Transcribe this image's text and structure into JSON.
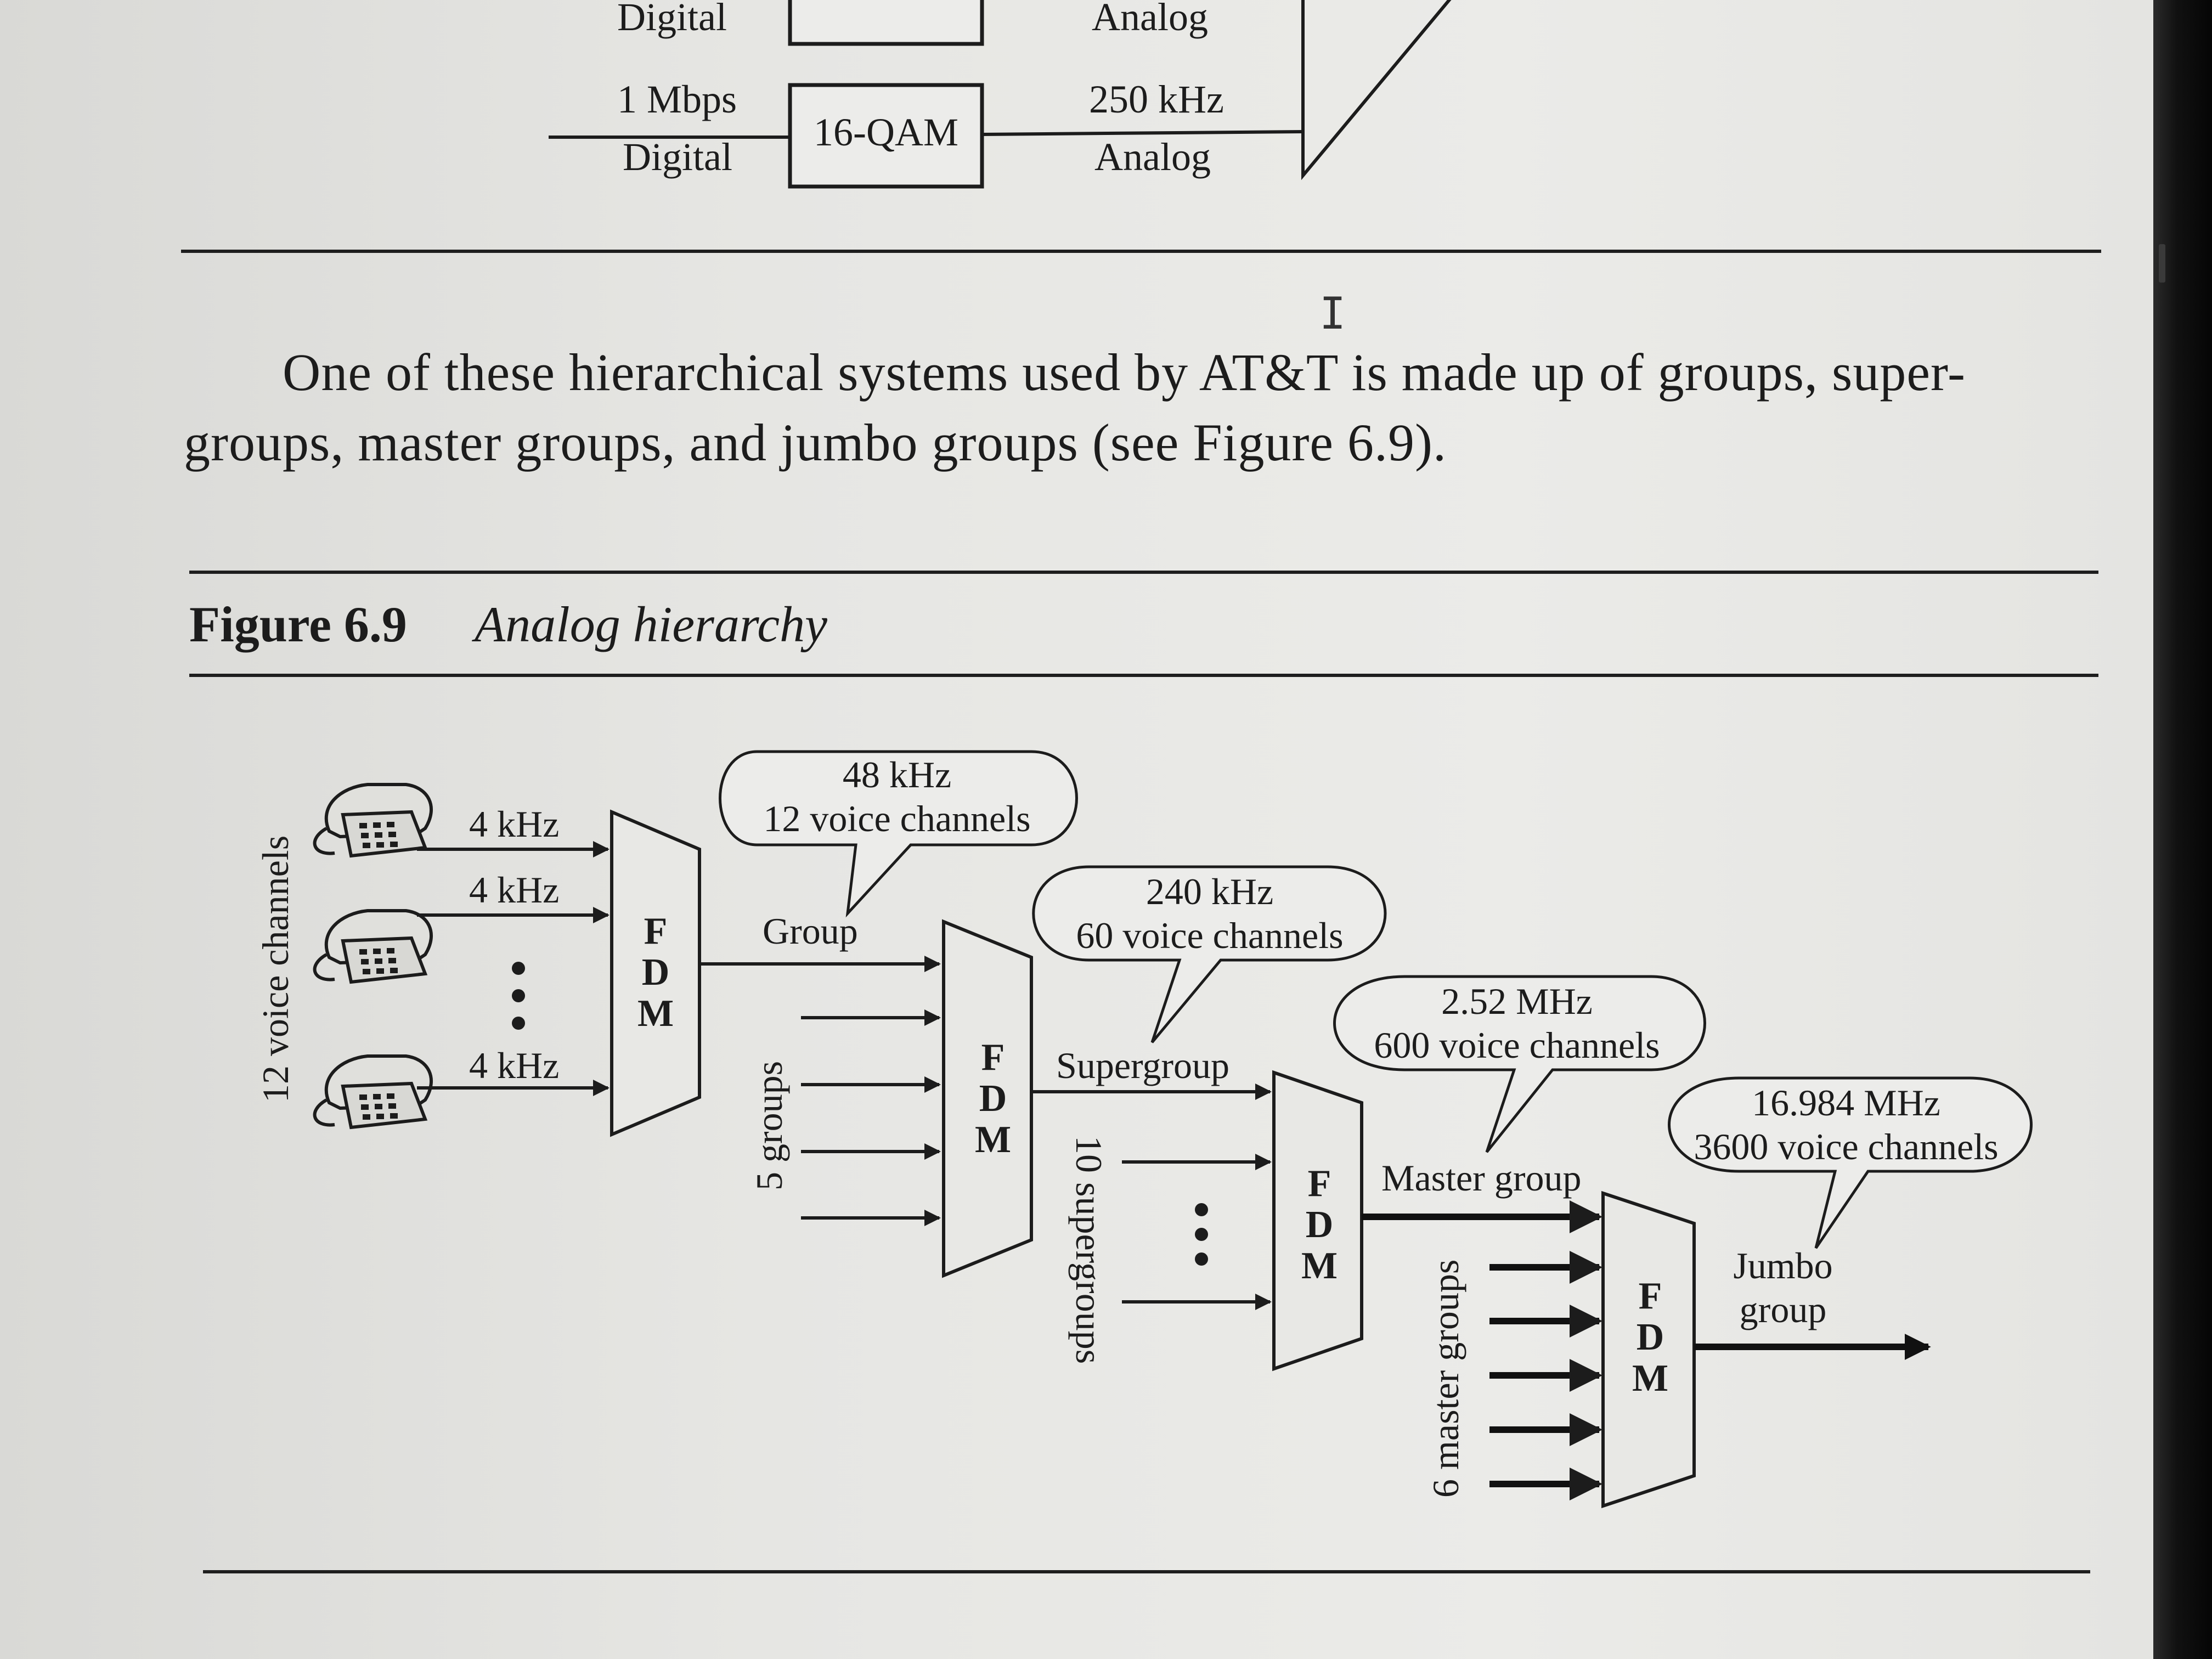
{
  "top_figure": {
    "row1_left": "Digital",
    "row1_right": "Analog",
    "row2_rate": "1 Mbps",
    "row2_left": "Digital",
    "row2_box": "16-QAM",
    "row2_freq": "250 kHz",
    "row2_right": "Analog"
  },
  "paragraph": {
    "line1": "One of these hierarchical systems used by AT&T is made up of groups, super-",
    "line2": "groups, master groups, and jumbo groups (see Figure 6.9)."
  },
  "caption": {
    "number": "Figure 6.9",
    "title": "Analog hierarchy"
  },
  "diagram": {
    "voice_channels_label": "12 voice channels",
    "input_freq": "4 kHz",
    "fdm_letters": [
      "F",
      "D",
      "M"
    ],
    "group_label": "Group",
    "group_bubble": [
      "48 kHz",
      "12 voice channels"
    ],
    "groups_count_label": "5 groups",
    "supergroup_label": "Supergroup",
    "supergroup_bubble": [
      "240 kHz",
      "60 voice channels"
    ],
    "supergroups_count_label": "10 supergroups",
    "master_label": "Master group",
    "master_bubble": [
      "2.52 MHz",
      "600 voice channels"
    ],
    "master_count_label": "6 master groups",
    "jumbo_label": [
      "Jumbo",
      "group"
    ],
    "jumbo_bubble": [
      "16.984 MHz",
      "3600 voice channels"
    ],
    "ellipsis": "⋮"
  },
  "colors": {
    "ink": "#1c1c1c",
    "paper": "#e8e8e5",
    "bezel": "#0a0a0a"
  },
  "icons": [
    "telephone-icon",
    "text-cursor-icon"
  ]
}
